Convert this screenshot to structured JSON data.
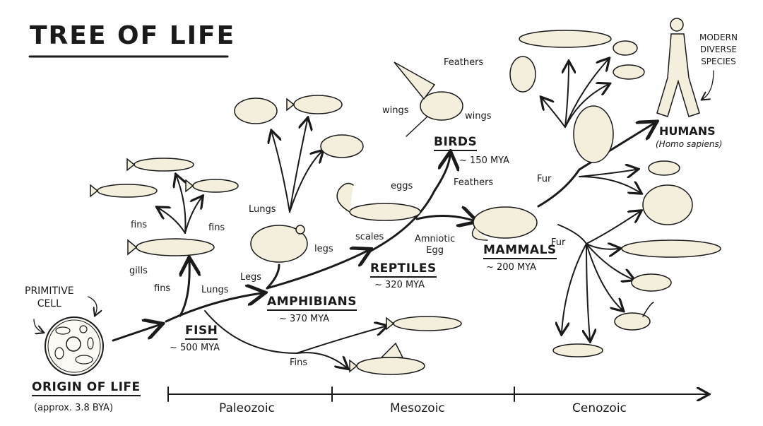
{
  "title": "TREE OF LIFE",
  "origin": {
    "cell_label_1": "PRIMITIVE",
    "cell_label_2": "CELL",
    "heading": "ORIGIN OF LIFE",
    "age": "(approx. 3.8 BYA)"
  },
  "fish": {
    "heading": "FISH",
    "age": "~ 500 MYA",
    "fins_a": "fins",
    "fins_b": "fins",
    "fins_c": "fins",
    "gills": "gills",
    "lungs": "Lungs",
    "fins_branch": "Fins"
  },
  "amphibians": {
    "heading": "AMPHIBIANS",
    "age": "~ 370 MYA",
    "legs_a": "Legs",
    "legs_b": "legs",
    "lungs": "Lungs"
  },
  "reptiles": {
    "heading": "REPTILES",
    "age": "~ 320 MYA",
    "scales": "scales",
    "eggs": "eggs",
    "amniotic_1": "Amniotic",
    "amniotic_2": "Egg",
    "feathers": "Feathers"
  },
  "birds": {
    "heading": "BIRDS",
    "age": "~ 150 MYA",
    "feathers": "Feathers",
    "wings_a": "wings",
    "wings_b": "wings"
  },
  "mammals": {
    "heading": "MAMMALS",
    "age": "~ 200 MYA",
    "fur_a": "Fur",
    "fur_b": "Fur"
  },
  "humans": {
    "heading": "HUMANS",
    "species": "(Homo sapiens)"
  },
  "modern": {
    "line1": "MODERN",
    "line2": "DIVERSE",
    "line3": "SPECIES"
  },
  "timeline": {
    "eras": [
      "Paleozoic",
      "Mesozoic",
      "Cenozoic"
    ]
  },
  "colors": {
    "ink": "#1a1a1a",
    "fill": "#f3efdc"
  }
}
